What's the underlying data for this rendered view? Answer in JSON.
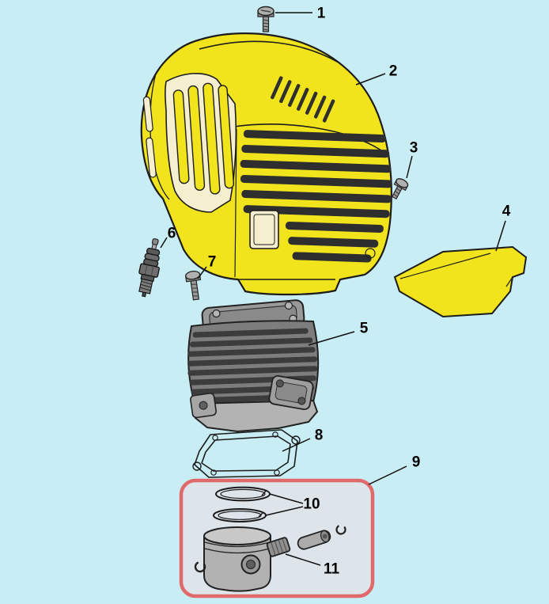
{
  "diagram": {
    "type": "exploded-parts-diagram",
    "background_color": "#c9edf4",
    "cover_color": "#f2e41c",
    "plate_color": "#f2e41c",
    "vent_panel_color": "#f6efcf",
    "highlight_box_stroke": "#e06a6a",
    "highlight_box_fill": "#f3dde0",
    "labels": {
      "part1": "1",
      "part2": "2",
      "part3": "3",
      "part4": "4",
      "part5": "5",
      "part6": "6",
      "part7": "7",
      "part8": "8",
      "part9": "9",
      "part10": "10",
      "part11": "11"
    }
  }
}
